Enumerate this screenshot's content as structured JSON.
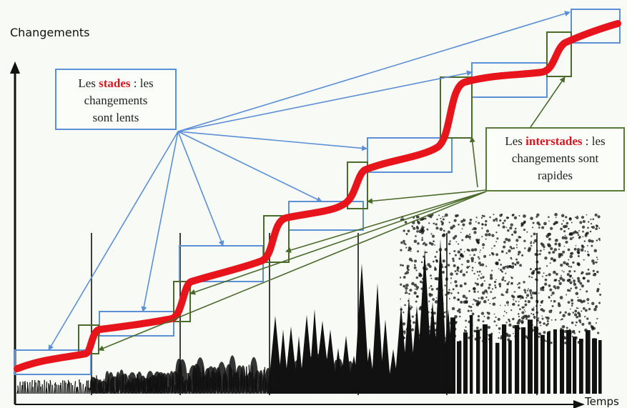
{
  "axes": {
    "y_label": "Changements",
    "x_label": "Temps"
  },
  "callouts": {
    "stades": {
      "prefix": "Les ",
      "keyword": "stades",
      "line1_rest": " : les",
      "line2": "changements",
      "line3": "sont lents"
    },
    "interstades": {
      "prefix": "Les ",
      "keyword": "interstades",
      "line1_rest": " : les",
      "line2": "changements sont",
      "line3": "rapides"
    }
  },
  "colors": {
    "curve": "#e8141c",
    "stade_box": "#5b8fd6",
    "interstade_box": "#5a7a3a",
    "vegetation": "#111111"
  },
  "icons": [
    "vegetation-succession-illustration"
  ]
}
